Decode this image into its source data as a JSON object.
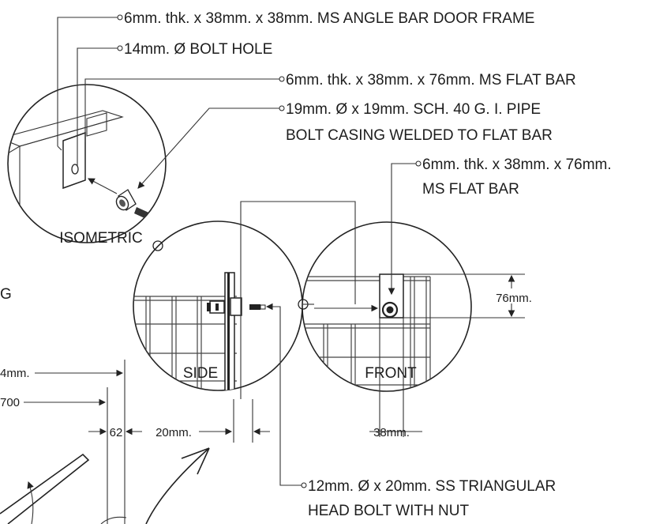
{
  "callouts": {
    "angle_bar": "6mm. thk. x 38mm. x 38mm. MS ANGLE BAR DOOR FRAME",
    "bolt_hole": "14mm. Ø BOLT HOLE",
    "flat_bar_top": "6mm. thk. x 38mm. x 76mm. MS FLAT BAR",
    "pipe_line1": "19mm. Ø x 19mm. SCH. 40 G. I. PIPE",
    "pipe_line2": "BOLT CASING WELDED TO FLAT BAR",
    "flat_bar_right_line1": "6mm. thk. x 38mm. x 76mm.",
    "flat_bar_right_line2": "MS FLAT BAR",
    "bolt_line1": "12mm. Ø x 20mm. SS TRIANGULAR",
    "bolt_line2": "HEAD BOLT WITH NUT"
  },
  "views": {
    "isometric": "ISOMETRIC",
    "side": "SIDE",
    "front": "FRONT"
  },
  "dimensions": {
    "height_76": "76mm.",
    "width_38": "38mm.",
    "width_20": "20mm.",
    "dim_62": "62",
    "dim_700": "700",
    "dim_4mm": "4mm.",
    "partial_g": "G"
  }
}
